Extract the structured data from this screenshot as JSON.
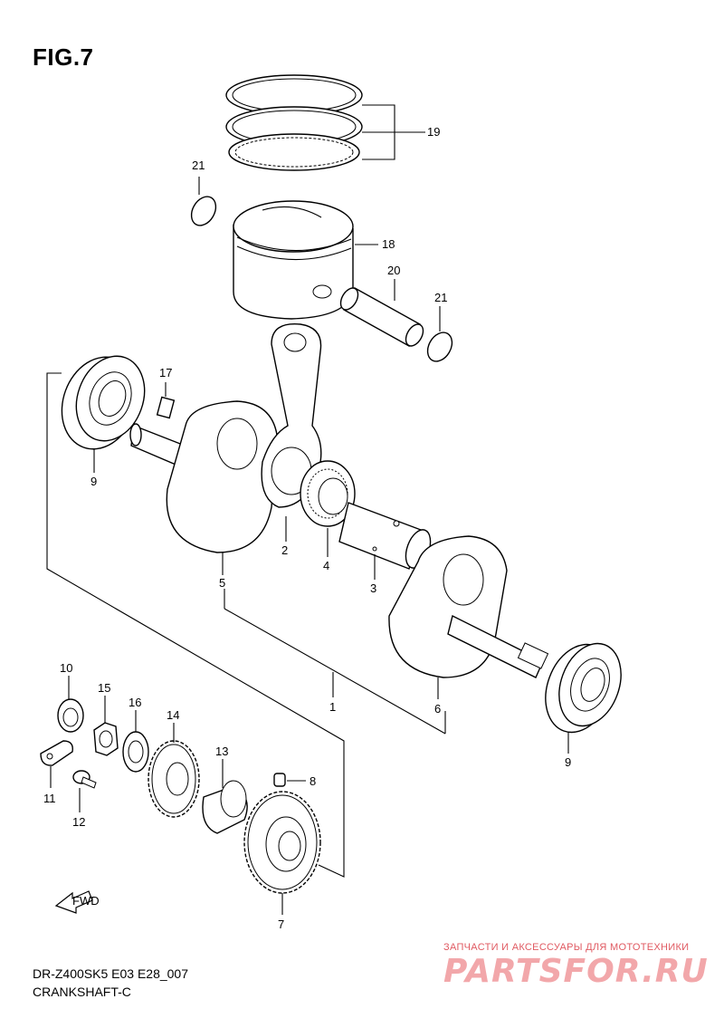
{
  "figure": {
    "title": "FIG.7"
  },
  "footer": {
    "model": "DR-Z400SK5 E03 E28_007",
    "section": "CRANKSHAFT-C"
  },
  "watermark": {
    "tagline": "ЗАПЧАСТИ И АКСЕССУАРЫ ДЛЯ МОТОТЕХНИКИ",
    "logo": "PARTSFOR.RU"
  },
  "direction": {
    "label": "FWD"
  },
  "callouts": {
    "c1": "1",
    "c2": "2",
    "c3": "3",
    "c4": "4",
    "c5": "5",
    "c6": "6",
    "c7": "7",
    "c8": "8",
    "c9a": "9",
    "c9b": "9",
    "c10": "10",
    "c11": "11",
    "c12": "12",
    "c13": "13",
    "c14": "14",
    "c15": "15",
    "c16": "16",
    "c17": "17",
    "c18": "18",
    "c19": "19",
    "c20": "20",
    "c21a": "21",
    "c21b": "21"
  },
  "colors": {
    "line": "#000000",
    "watermark": "#e05a62",
    "watermark_logo": "#f2a7aa"
  }
}
